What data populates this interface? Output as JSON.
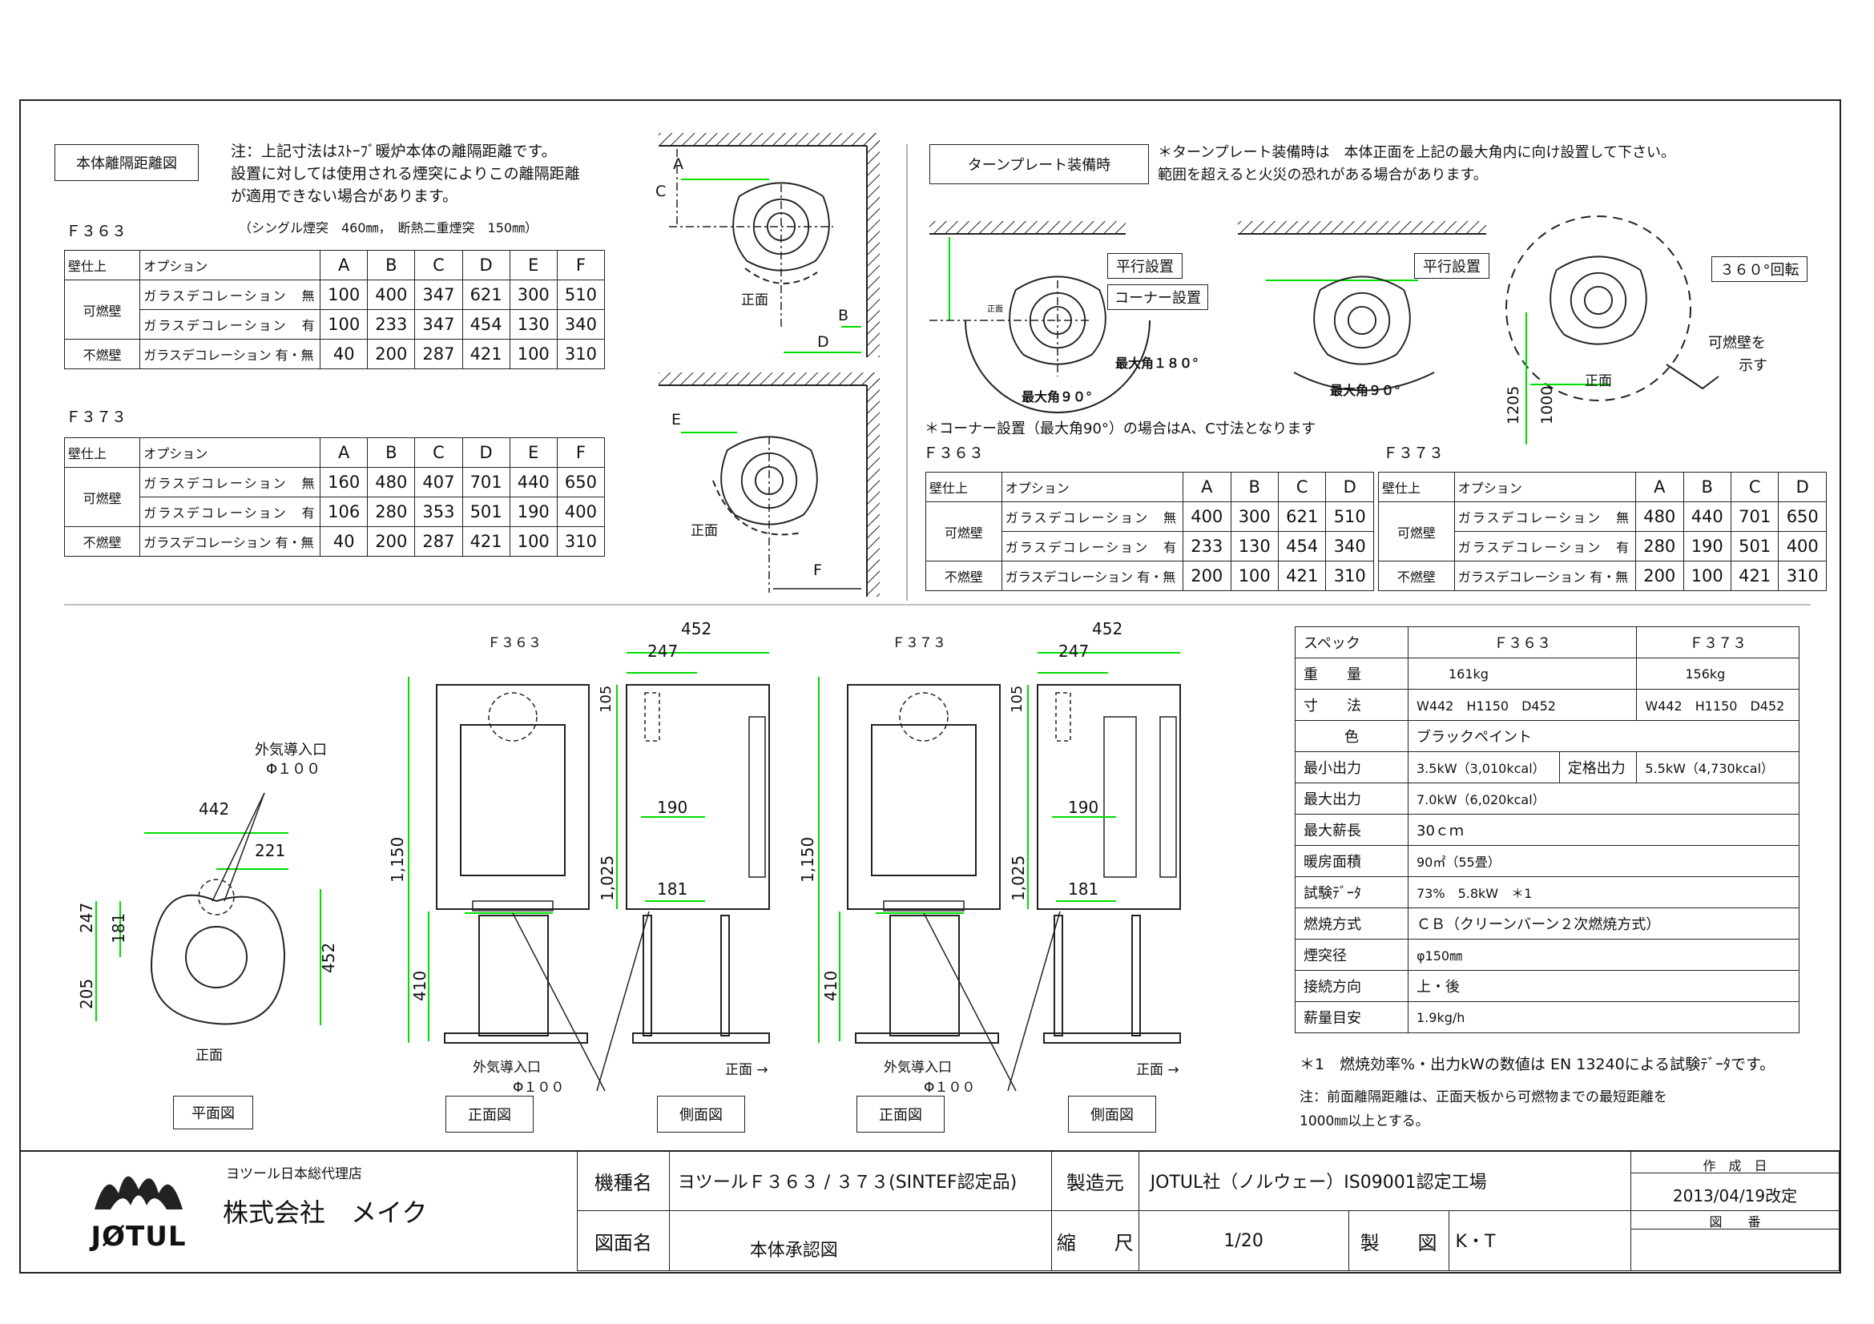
{
  "clearance": {
    "box_label": "本体離隔距離図",
    "note_lines": [
      "注：上記寸法はｽﾄｰﾌﾞ暖炉本体の離隔距離です。",
      "設置に対しては使用される煙突によりこの離隔距離",
      "が適用できない場合があります。"
    ],
    "chimney_note": "（シングル煙突　460㎜，　断熱二重煙突　150㎜）",
    "f363": {
      "model": "Ｆ３６３",
      "headers": [
        "壁仕上",
        "オプション",
        "A",
        "B",
        "C",
        "D",
        "E",
        "F"
      ],
      "rows": [
        {
          "wall": "可燃壁",
          "option": "ガラスデコレーション　無",
          "vals": [
            "100",
            "400",
            "347",
            "621",
            "300",
            "510"
          ]
        },
        {
          "wall": "",
          "option": "ガラスデコレーション　有",
          "vals": [
            "100",
            "233",
            "347",
            "454",
            "130",
            "340"
          ]
        },
        {
          "wall": "不燃壁",
          "option": "ガラスデコレーション 有・無",
          "vals": [
            "40",
            "200",
            "287",
            "421",
            "100",
            "310"
          ]
        }
      ]
    },
    "f373": {
      "model": "Ｆ３７３",
      "headers": [
        "壁仕上",
        "オプション",
        "A",
        "B",
        "C",
        "D",
        "E",
        "F"
      ],
      "rows": [
        {
          "wall": "可燃壁",
          "option": "ガラスデコレーション　無",
          "vals": [
            "160",
            "480",
            "407",
            "701",
            "440",
            "650"
          ]
        },
        {
          "wall": "",
          "option": "ガラスデコレーション　有",
          "vals": [
            "106",
            "280",
            "353",
            "501",
            "190",
            "400"
          ]
        },
        {
          "wall": "不燃壁",
          "option": "ガラスデコレーション 有・無",
          "vals": [
            "40",
            "200",
            "287",
            "421",
            "100",
            "310"
          ]
        }
      ]
    },
    "diagram_labels": {
      "A": "A",
      "B": "B",
      "C": "C",
      "D": "D",
      "E": "E",
      "F": "F",
      "front": "正面"
    }
  },
  "turnplate": {
    "box_label": "ターンプレート装備時",
    "note_lines": [
      "＊ターンプレート装備時は　本体正面を上記の最大角内に向け設置して下さい。",
      "範囲を超えると火災の恐れがある場合があります。"
    ],
    "parallel": "平行設置",
    "corner": "コーナー設置",
    "parallel2": "平行設置",
    "rot": "３６０°回転",
    "max180": "最大角１８０°",
    "max90a": "最大角９０°",
    "max90b": "最大角９０°",
    "combustible": "可燃壁を",
    "show": "示す",
    "front": "正面",
    "front_small": "正面",
    "dim1205": "1205",
    "dim1000": "1000",
    "corner_note": "＊コーナー設置（最大角90°）の場合はA、C寸法となります",
    "f363": {
      "model": "Ｆ３６３",
      "headers": [
        "壁仕上",
        "オプション",
        "A",
        "B",
        "C",
        "D"
      ],
      "rows": [
        {
          "wall": "可燃壁",
          "option": "ガラスデコレーション　無",
          "vals": [
            "400",
            "300",
            "621",
            "510"
          ]
        },
        {
          "wall": "",
          "option": "ガラスデコレーション　有",
          "vals": [
            "233",
            "130",
            "454",
            "340"
          ]
        },
        {
          "wall": "不燃壁",
          "option": "ガラスデコレーション 有・無",
          "vals": [
            "200",
            "100",
            "421",
            "310"
          ]
        }
      ]
    },
    "f373": {
      "model": "Ｆ３７３",
      "headers": [
        "壁仕上",
        "オプション",
        "A",
        "B",
        "C",
        "D"
      ],
      "rows": [
        {
          "wall": "可燃壁",
          "option": "ガラスデコレーション　無",
          "vals": [
            "480",
            "440",
            "701",
            "650"
          ]
        },
        {
          "wall": "",
          "option": "ガラスデコレーション　有",
          "vals": [
            "280",
            "190",
            "501",
            "400"
          ]
        },
        {
          "wall": "不燃壁",
          "option": "ガラスデコレーション 有・無",
          "vals": [
            "200",
            "100",
            "421",
            "310"
          ]
        }
      ]
    }
  },
  "plan": {
    "inlet": "外気導入口",
    "phi": "Φ１００",
    "d442": "442",
    "d221": "221",
    "d247": "247",
    "d181": "181",
    "d205": "205",
    "d452": "452",
    "front": "正面",
    "box_label": "平面図"
  },
  "elevations": [
    {
      "model": "Ｆ３６３",
      "w452": "452",
      "w247": "247",
      "h1150": "1,150",
      "h1025": "1,025",
      "h410": "410",
      "h105": "105",
      "d190": "190",
      "d181": "181",
      "inlet": "外気導入口",
      "phi": "Φ１００",
      "front": "正面 →",
      "front_label": "正面図",
      "side_label": "側面図"
    },
    {
      "model": "Ｆ３７３",
      "w452": "452",
      "w247": "247",
      "h1150": "1,150",
      "h1025": "1,025",
      "h410": "410",
      "h105": "105",
      "d190": "190",
      "d181": "181",
      "inlet": "外気導入口",
      "phi": "Φ１００",
      "front": "正面 →",
      "front_label": "正面図",
      "side_label": "側面図"
    }
  ],
  "spec": {
    "header": [
      "スペック",
      "Ｆ３６３",
      "Ｆ３７３"
    ],
    "weight": {
      "label": "重　　量",
      "f363": "161kg",
      "f373": "156kg"
    },
    "size": {
      "label": "寸　　法",
      "f363": "W442　H1150　D452",
      "f373": "W442　H1150　D452"
    },
    "color": {
      "label": "色",
      "val": "ブラックペイント"
    },
    "min_out": {
      "label": "最小出力",
      "val": "3.5kW（3,010kcal）",
      "rated_label": "定格出力",
      "rated": "5.5kW（4,730kcal）"
    },
    "max_out": {
      "label": "最大出力",
      "val": "7.0kW（6,020kcal）"
    },
    "max_log": {
      "label": "最大薪長",
      "val": "30ｃｍ"
    },
    "area": {
      "label": "暖房面積",
      "val": "90㎡（55畳）"
    },
    "test": {
      "label": "試験ﾃﾞｰﾀ",
      "val": "73%　5.8kW　＊1"
    },
    "burn": {
      "label": "燃焼方式",
      "val": "ＣＢ（クリーンバーン２次燃焼方式）"
    },
    "flue": {
      "label": "煙突径",
      "val": "φ150㎜"
    },
    "conn": {
      "label": "接続方向",
      "val": "上・後"
    },
    "fuel": {
      "label": "薪量目安",
      "val": "1.9kg/h"
    },
    "note1": "＊1　燃焼効率%・出力kWの数値は EN 13240による試験ﾃﾞｰﾀです。",
    "note2_lines": [
      "注：前面離隔距離は、正面天板から可燃物までの最短距離を",
      "1000㎜以上とする。"
    ]
  },
  "titleblock": {
    "logo": "JØTUL",
    "agent": "ヨツール日本総代理店",
    "company": "株式会社　メイク",
    "model_label": "機種名",
    "model_val": "ヨツールＦ３６３ / ３７３(SINTEF認定品)",
    "maker_label": "製造元",
    "maker_val": "JOTUL社（ノルウェー）IS09001認定工場",
    "created_label": "作　成　日",
    "created_val": "2013/04/19改定",
    "drawing_label": "図面名",
    "drawing_val": "本体承認図",
    "scale_label": "縮　　尺",
    "scale_val": "1/20",
    "drawn_label": "製　　図",
    "drawn_val": "K・T",
    "num_label": "図　　番"
  },
  "colors": {
    "dim": "#00dd00",
    "line": "#222222"
  }
}
